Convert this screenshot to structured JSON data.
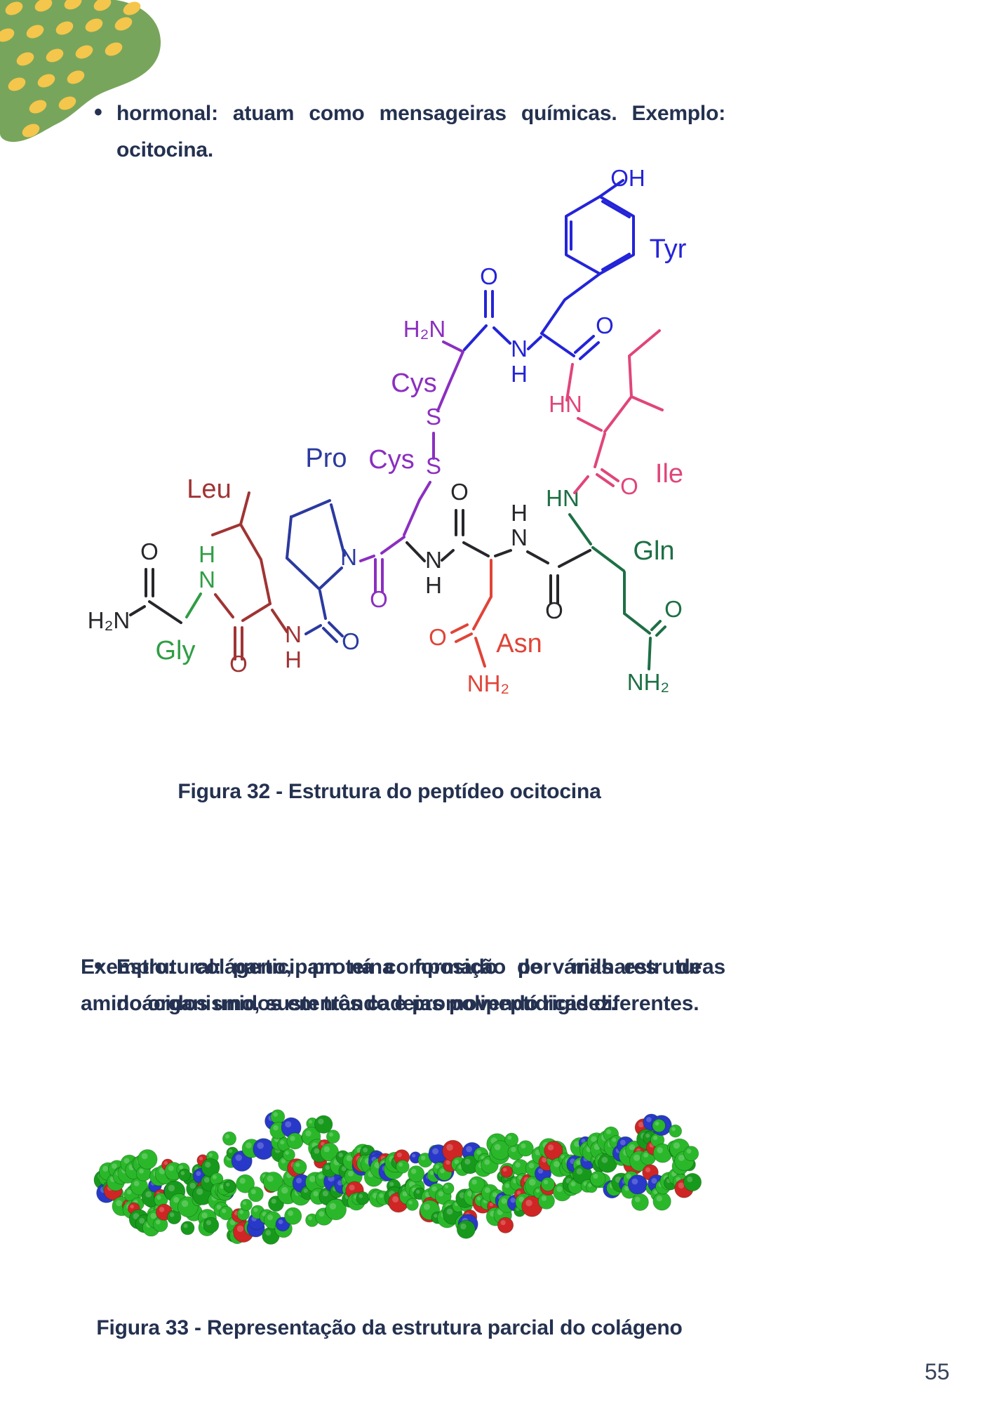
{
  "page": {
    "number": "55"
  },
  "decor": {
    "blob_color": "#78a55c",
    "dot_color": "#f4c64b"
  },
  "bullet1": {
    "marker": "•",
    "line1": "hormonal: atuam como mensageiras químicas.  Exemplo:",
    "line2": "ocitocina."
  },
  "figure32": {
    "caption": "Figura 32 - Estrutura do peptídeo ocitocina",
    "labels": {
      "tyr": "Tyr",
      "cys": "Cys",
      "pro": "Pro",
      "leu": "Leu",
      "gly": "Gly",
      "asn": "Asn",
      "gln": "Gln",
      "ile": "Ile"
    },
    "atoms": {
      "OH": "OH",
      "O": "O",
      "N": "N",
      "H": "H",
      "S": "S",
      "HN": "HN",
      "H2N": "H₂N",
      "NH2": "NH₂"
    },
    "colors": {
      "blue": "#2424d8",
      "purple": "#8b2fc0",
      "dark_blue": "#2b3a9f",
      "dark_red": "#a03434",
      "green": "#2f9e44",
      "red": "#e04438",
      "dark_green": "#1e6f45",
      "pink": "#e0457b",
      "ink": "#26262b"
    }
  },
  "bullet2": {
    "marker": "•",
    "line1": "Estrutural: participam na composição de várias estruturas",
    "line2": "do organismo, sustentando e promovendo rigidez."
  },
  "paragraph": {
    "line1": "Exemplo: colágeno, proteína formado por milhares de",
    "line2": "aminoácidos unidos em três cadeias polipeptídicas diferentes."
  },
  "figure33": {
    "caption": "Figura 33 - Representação da estrutura parcial do colágeno",
    "sphere_colors": {
      "green": "#2ab82a",
      "dark_green": "#179a1c",
      "red": "#d02525",
      "blue": "#2838c8"
    }
  }
}
